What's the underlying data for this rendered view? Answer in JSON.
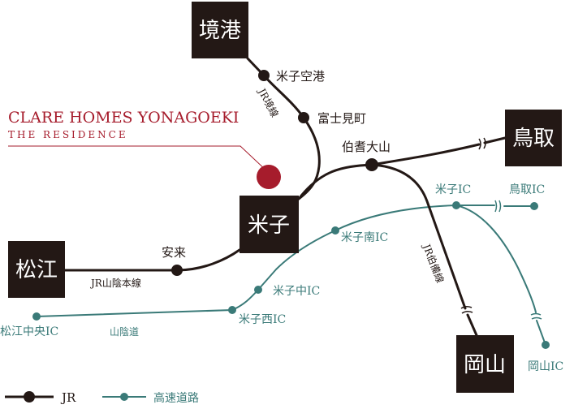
{
  "colors": {
    "jr": "#231815",
    "highway": "#3a7a78",
    "brand": "#a61c2c",
    "city_box": "#231815",
    "city_text": "#ffffff"
  },
  "property": {
    "name": "CLARE HOMES YONAGOEKI",
    "subtitle": "THE RESIDENCE"
  },
  "cities": {
    "sakaiminato": "境港",
    "yonago": "米子",
    "matsue": "松江",
    "tottori": "鳥取",
    "okayama": "岡山"
  },
  "stations": {
    "yonago_airport": "米子空港",
    "fujimicho": "富士見町",
    "hoki_daisen": "伯耆大山",
    "yasugi": "安来"
  },
  "jr_lines": {
    "sakai_line": "JR境線",
    "sanin_main_line": "JR山陰本線",
    "hakubi_line": "JR伯備線"
  },
  "interchanges": {
    "yonago_ic": "米子IC",
    "tottori_ic": "鳥取IC",
    "yonago_minami_ic": "米子南IC",
    "yonago_naka_ic": "米子中IC",
    "yonago_nishi_ic": "米子西IC",
    "matsue_chuo_ic": "松江中央IC",
    "okayama_ic": "岡山IC"
  },
  "highway_name": "山陰道",
  "legend": {
    "jr_label": "JR",
    "highway_label": "高速道路"
  }
}
